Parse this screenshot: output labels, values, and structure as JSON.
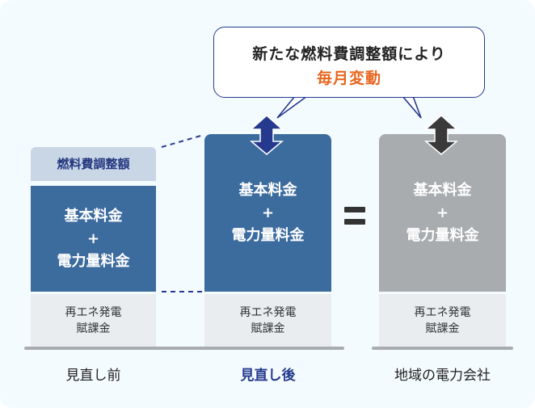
{
  "bubble": {
    "line1": "新たな燃料費調整額により",
    "line2": "毎月変動"
  },
  "columns": [
    {
      "fuel_label": "燃料費調整額",
      "main_line1": "基本料金",
      "plus": "+",
      "main_line2": "電力量料金",
      "renew_line1": "再エネ発電",
      "renew_line2": "賦課金",
      "caption": "見直し前"
    },
    {
      "main_line1": "基本料金",
      "plus": "+",
      "main_line2": "電力量料金",
      "renew_line1": "再エネ発電",
      "renew_line2": "賦課金",
      "caption": "見直し後"
    },
    {
      "main_line1": "基本料金",
      "plus": "+",
      "main_line2": "電力量料金",
      "renew_line1": "再エネ発電",
      "renew_line2": "賦課金",
      "caption": "地域の電力会社"
    }
  ],
  "equals": "=",
  "colors": {
    "accent_blue": "#3c6b9e",
    "dark_navy": "#253a8e",
    "gray": "#a8acaf",
    "orange": "#e8661f",
    "fuel_bg": "#c9d6e6"
  }
}
